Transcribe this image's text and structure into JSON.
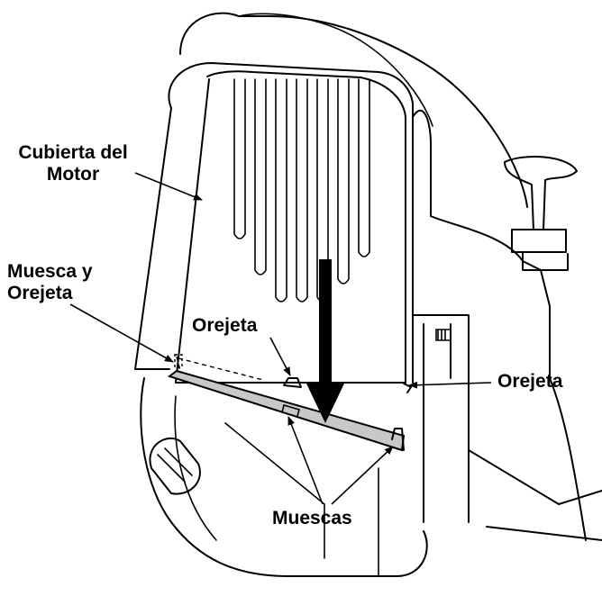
{
  "labels": {
    "engine_cover_line1": "Cubierta del",
    "engine_cover_line2": "Motor",
    "notch_tab_line1": "Muesca y",
    "notch_tab_line2": "Orejeta",
    "tab_center": "Orejeta",
    "tab_right": "Orejeta",
    "notches": "Muescas"
  },
  "colors": {
    "line": "#000000",
    "part_fill": "#c8c8c8",
    "background": "#ffffff"
  }
}
